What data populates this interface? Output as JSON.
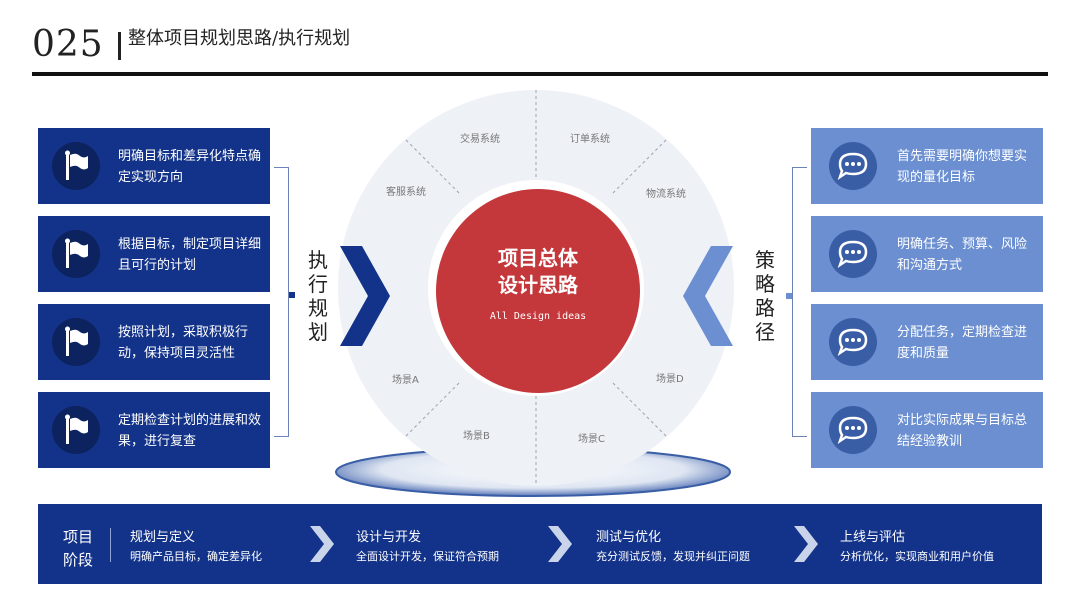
{
  "header": {
    "number": "025",
    "title": "整体项目规划思路/执行规划"
  },
  "left_cards": [
    {
      "text": "明确目标和差异化特点确定实现方向",
      "icon": "flag-icon"
    },
    {
      "text": "根据目标，制定项目详细且可行的计划",
      "icon": "flag-icon"
    },
    {
      "text": "按照计划，采取积极行动，保持项目灵活性",
      "icon": "flag-icon"
    },
    {
      "text": "定期检查计划的进展和效果，进行复查",
      "icon": "flag-icon"
    }
  ],
  "right_cards": [
    {
      "text": "首先需要明确你想要实现的量化目标",
      "icon": "chat-bubble-icon"
    },
    {
      "text": "明确任务、预算、风险和沟通方式",
      "icon": "chat-bubble-icon"
    },
    {
      "text": "分配任务，定期检查进度和质量",
      "icon": "chat-bubble-icon"
    },
    {
      "text": "对比实际成果与目标总结经验教训",
      "icon": "chat-bubble-icon"
    }
  ],
  "left_label": [
    "执",
    "行",
    "规",
    "划"
  ],
  "right_label": [
    "策",
    "略",
    "路",
    "径"
  ],
  "center": {
    "title_line1": "项目总体",
    "title_line2": "设计思路",
    "subtitle": "All Design ideas",
    "segments": [
      "交易系统",
      "订单系统",
      "物流系统",
      "场景D",
      "场景C",
      "场景B",
      "场景A",
      "客服系统"
    ]
  },
  "bottom": {
    "stage_label": "项目阶段",
    "phases": [
      {
        "name": "规划与定义",
        "desc": "明确产品目标，确定差异化"
      },
      {
        "name": "设计与开发",
        "desc": "全面设计开发，保证符合预期"
      },
      {
        "name": "测试与优化",
        "desc": "充分测试反馈，发现并纠正问题"
      },
      {
        "name": "上线与评估",
        "desc": "分析优化，实现商业和用户价值"
      }
    ]
  },
  "colors": {
    "dark_blue": "#13338a",
    "light_blue": "#6b8fd1",
    "red": "#c4373a",
    "ring": "#eef1f6"
  }
}
